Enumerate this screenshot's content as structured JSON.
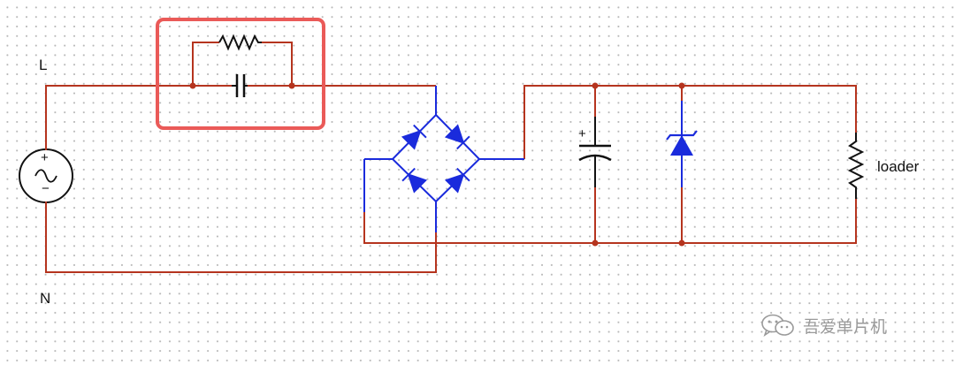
{
  "labels": {
    "line": "L",
    "neutral": "N",
    "load": "loader",
    "source_plus": "+",
    "source_minus": "−",
    "cap_plus": "+"
  },
  "watermark": {
    "text": "吾爱单片机",
    "icon": "wechat-icon"
  },
  "colors": {
    "wire_red": "#b5341e",
    "wire_blue": "#1a2bdc",
    "diode_blue": "#1a2bdc",
    "highlight": "#ea5a58",
    "component_black": "#111111"
  },
  "components": [
    {
      "id": "ac-source",
      "type": "ac-voltage-source",
      "icon": "ac-source-icon"
    },
    {
      "id": "dropper-resistor",
      "type": "resistor"
    },
    {
      "id": "dropper-capacitor",
      "type": "capacitor"
    },
    {
      "id": "bridge-rectifier",
      "type": "diode-bridge",
      "diodes": 4
    },
    {
      "id": "filter-capacitor",
      "type": "polarized-capacitor"
    },
    {
      "id": "zener-diode",
      "type": "zener-diode"
    },
    {
      "id": "load-resistor",
      "type": "resistor"
    }
  ],
  "highlight_box": {
    "target": "rc-dropper",
    "color": "#ea5a58"
  }
}
